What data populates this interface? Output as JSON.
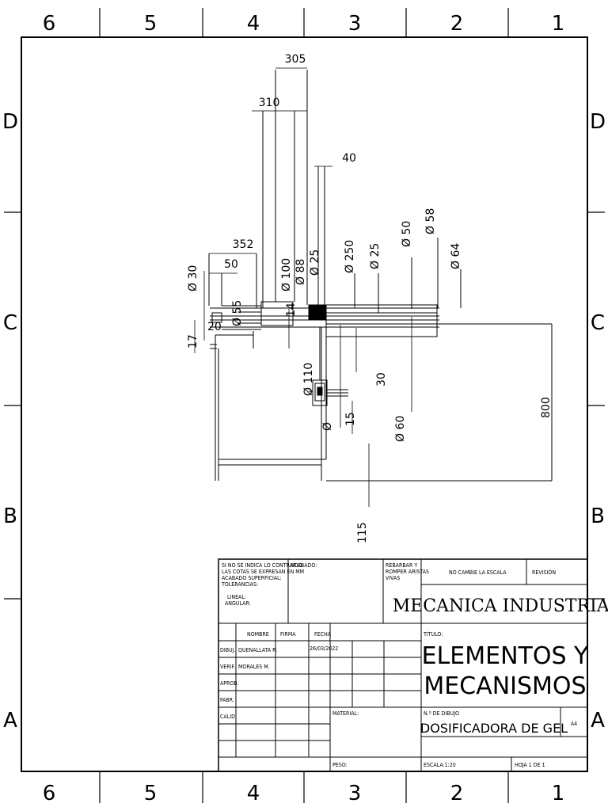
{
  "border": {
    "columns": [
      "6",
      "5",
      "4",
      "3",
      "2",
      "1"
    ],
    "rows": [
      "D",
      "C",
      "B",
      "A"
    ]
  },
  "dimensions": {
    "d305": "305",
    "d310": "310",
    "d40": "40",
    "d352": "352",
    "d50": "50",
    "d30": "Ø 30",
    "d55": "Ø 55",
    "d100": "Ø 100",
    "d88": "Ø 88",
    "d25a": "Ø 25",
    "d250": "Ø 250",
    "d25b": "Ø 25",
    "d50b": "Ø 50",
    "d58": "Ø 58",
    "d64": "Ø 64",
    "d14": "14",
    "d20": "20",
    "d17": "17",
    "d110": "Ø 110",
    "d30v": "30",
    "d15": "15",
    "d60": "Ø 60",
    "d800": "800",
    "d115": "115",
    "dphi": "Ø"
  },
  "title_block": {
    "notes": [
      "SI NO SE INDICA LO CONTRARIO:",
      "LAS COTAS SE EXPRESAN EN MM",
      "ACABADO SUPERFICIAL:",
      "TOLERANCIAS:",
      "LINEAL:",
      "ANGULAR:"
    ],
    "acabado": "ACABADO:",
    "rebarbar": [
      "REBARBAR Y",
      "ROMPER ARISTAS",
      "VIVAS"
    ],
    "no_cambie": "NO CAMBIE LA ESCALA",
    "revision": "REVISIÓN",
    "company": "MECANICA INDUSTRIAL",
    "headers": {
      "nombre": "NOMBRE",
      "firma": "FIRMA",
      "fecha": "FECHA"
    },
    "roles": [
      "DIBUJ.",
      "VERIF.",
      "APROB.",
      "FABR.",
      "CALID."
    ],
    "dibuj_name": "QUENALLATA R.",
    "verif_name": "MORALES M.",
    "fecha_val": "26/03/2022",
    "titulo_label": "TÍTULO:",
    "title_line1": "ELEMENTOS Y",
    "title_line2": "MECANISMOS",
    "material": "MATERIAL:",
    "n_dibujo": "N.º DE DIBUJO",
    "drawing_name": "DOSIFICADORA DE GEL",
    "size": "A4",
    "peso": "PESO:",
    "escala": "ESCALA:1:20",
    "hoja": "HOJA 1 DE 1"
  }
}
